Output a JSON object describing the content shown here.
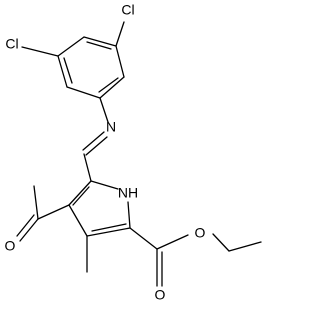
{
  "structure": {
    "atoms": {
      "cl_top": "Cl",
      "cl_left": "Cl",
      "imine_n": "N",
      "ring_nh": "NH",
      "acetyl_o": "O",
      "ester_carbonyl_o": "O",
      "ester_o": "O"
    }
  }
}
